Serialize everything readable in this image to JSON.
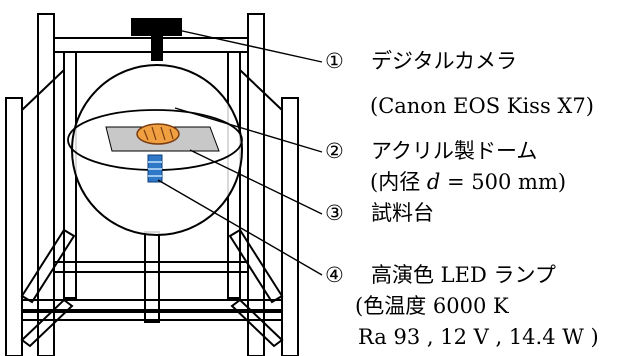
{
  "labels": [
    {
      "num": "①",
      "name": "デジタルカメラ",
      "detail": "(Canon EOS Kiss X7)"
    },
    {
      "num": "②",
      "name": "アクリル製ドーム",
      "detail_pre": "(内径 ",
      "detail_var": "d",
      "detail_post": " = 500 mm)"
    },
    {
      "num": "③",
      "name": "試料台"
    },
    {
      "num": "④",
      "name": "高演色 LED ランプ",
      "detail1": "(色温度 6000 K",
      "detail2": "Ra 93 , 12 V , 14.4 W )"
    }
  ],
  "colors": {
    "line": "#000000",
    "sample_sheet": "#c8c8c8",
    "bread": "#f0a040",
    "led": "#2f78c8",
    "background": "#ffffff"
  },
  "icons": [
    "camera-body",
    "acrylic-dome",
    "sample-stage",
    "bread-sample",
    "led-lamp"
  ]
}
